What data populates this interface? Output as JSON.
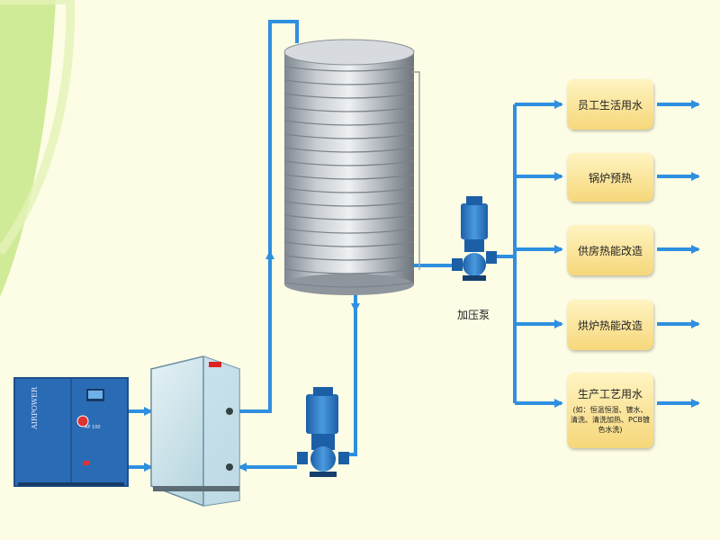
{
  "equipment": {
    "pump_label": "加压泵",
    "compressor_brand": "AIRPOWER",
    "compressor_model": "AP 100"
  },
  "outputs": [
    {
      "label": "员工生活用水"
    },
    {
      "label": "锅炉预热"
    },
    {
      "label": "供房热能改造"
    },
    {
      "label": "烘炉热能改造"
    },
    {
      "label": "生产工艺用水",
      "detail": "(如：恒温恒湿、镀水、清洗、清洗加热、PCB镀色水洗)"
    }
  ],
  "colors": {
    "pipe": "#2e8fe0",
    "arrow": "#2e8fe0",
    "box_fill": "#f8dc84",
    "compressor": "#2a6bb5",
    "pump": "#2778c9",
    "background_left": "#c8e88a"
  }
}
